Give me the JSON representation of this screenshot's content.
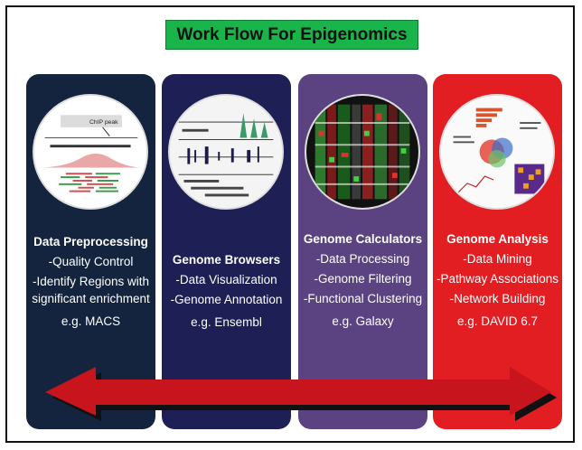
{
  "title": "Work Flow For Epigenomics",
  "colors": {
    "title_bg": "#19b44a",
    "panel_1": "#14243e",
    "panel_2": "#1d1f55",
    "panel_3": "#5b4381",
    "panel_4": "#e21e22",
    "arrow": "#c8141c"
  },
  "panels": [
    {
      "heading": "Data Preprocessing",
      "items": [
        "-Quality Control",
        "-Identify Regions with significant enrichment"
      ],
      "example": "e.g. MACS",
      "image_label": "ChIP peak"
    },
    {
      "heading": "Genome Browsers",
      "items": [
        "-Data Visualization",
        "-Genome Annotation"
      ],
      "example": "e.g. Ensembl"
    },
    {
      "heading": "Genome Calculators",
      "items": [
        "-Data Processing",
        "-Genome Filtering",
        "-Functional Clustering"
      ],
      "example": "e.g. Galaxy"
    },
    {
      "heading": "Genome Analysis",
      "items": [
        "-Data Mining",
        "-Pathway Associations",
        "-Network Building"
      ],
      "example": "e.g. DAVID 6.7"
    }
  ]
}
